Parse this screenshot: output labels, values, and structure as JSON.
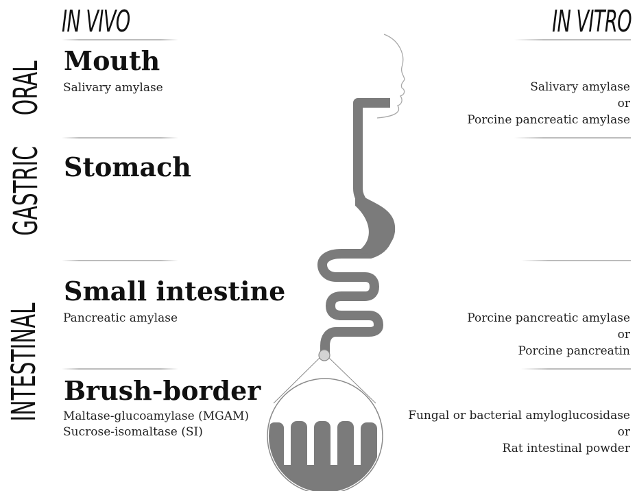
{
  "headers": {
    "in_vivo": "IN VIVO",
    "in_vitro": "IN VITRO"
  },
  "phases": {
    "oral": "ORAL",
    "gastric": "GASTRIC",
    "intestinal": "INTESTINAL"
  },
  "sections": {
    "mouth": {
      "title": "Mouth",
      "in_vivo": "Salivary amylase",
      "in_vitro": [
        "Salivary amylase",
        "or",
        "Porcine pancreatic amylase"
      ]
    },
    "stomach": {
      "title": "Stomach"
    },
    "small_intestine": {
      "title": "Small intestine",
      "in_vivo": "Pancreatic amylase",
      "in_vitro": [
        "Porcine pancreatic amylase",
        "or",
        "Porcine pancreatin"
      ]
    },
    "brush_border": {
      "title": "Brush-border",
      "in_vivo": [
        "Maltase-glucoamylase (MGAM)",
        "Sucrose-isomaltase (SI)"
      ],
      "in_vitro": [
        "Fungal or bacterial amyloglucosidase",
        "or",
        "Rat intestinal powder"
      ]
    }
  },
  "colors": {
    "gut": "#7b7b7b",
    "rules": "#bcbcbc",
    "text": "#111111"
  },
  "icons": [
    "face-profile-icon",
    "digestive-tract-icon",
    "villi-magnifier-icon"
  ]
}
